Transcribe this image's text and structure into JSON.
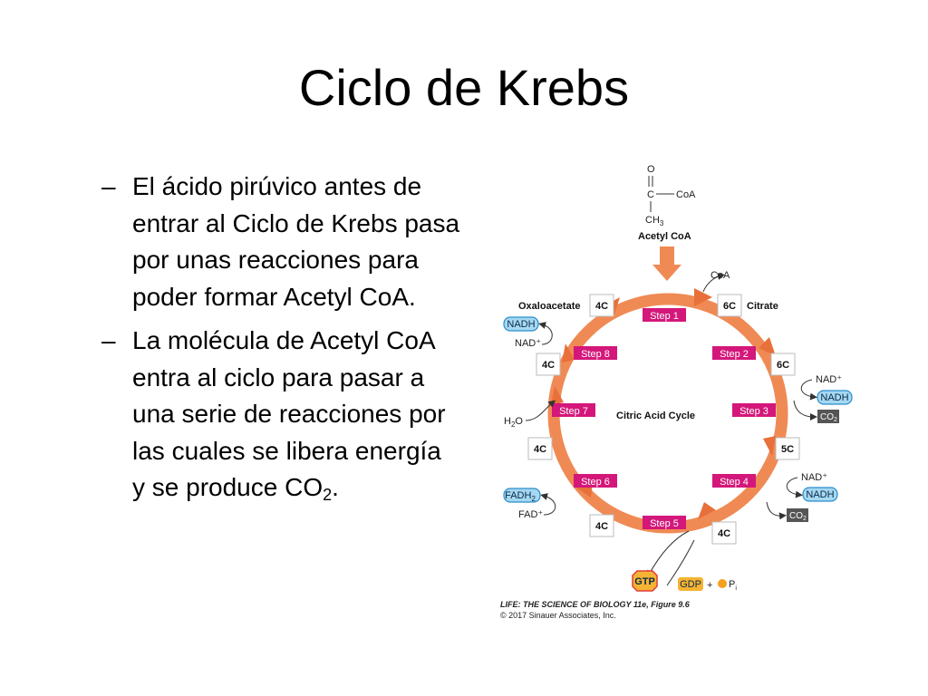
{
  "title": "Ciclo de Krebs",
  "bullets": [
    {
      "dash": "–",
      "text": "El ácido pirúvico antes de entrar al Ciclo de Krebs pasa por unas reacciones para poder formar Acetyl CoA.",
      "sub": ""
    },
    {
      "dash": "–",
      "text": "La molécula de Acetyl CoA entra al ciclo  para pasar a una serie de reacciones por las cuales se libera energía y se produce CO",
      "sub": "2",
      "tail": "."
    }
  ],
  "diagram": {
    "molecule": {
      "o": "O",
      "c": "C",
      "coa": "CoA",
      "ch": "CH",
      "ch_sub": "3",
      "name": "Acetyl CoA"
    },
    "center_label": "Citric Acid Cycle",
    "coa_out": "CoA",
    "compounds": {
      "oxaloacetate": "Oxaloacetate",
      "citrate": "Citrate"
    },
    "carbon_boxes": [
      "4C",
      "6C",
      "6C",
      "5C",
      "4C",
      "4C",
      "4C",
      "4C"
    ],
    "steps": [
      "Step 1",
      "Step 2",
      "Step 3",
      "Step 4",
      "Step 5",
      "Step 6",
      "Step 7",
      "Step 8"
    ],
    "nad_plus": "NAD⁺",
    "nadh": "NADH",
    "fad_plus": "FAD⁺",
    "fadh": "FADH",
    "fadh_sub": "2",
    "co2": "CO",
    "co2_sub": "2",
    "h2o": "H",
    "h2o_sub": "2",
    "h2o_tail": "O",
    "gtp": "GTP",
    "gdp": "GDP",
    "plus": "+",
    "pi": "P",
    "pi_sub": "i",
    "caption_line1": "LIFE: THE SCIENCE OF BIOLOGY 11e, Figure 9.6",
    "caption_line2": "© 2017 Sinauer Associates, Inc."
  },
  "colors": {
    "arrow": "#f08a55",
    "arrow_dark": "#e8703a",
    "step": "#d4177a",
    "nadh_fill": "#a6d8f2",
    "nadh_stroke": "#2b8ecb",
    "co2_fill": "#555555",
    "gtp_fill": "#f5b333",
    "gtp_stroke": "#e33b3b",
    "gdp_fill": "#f5b333"
  }
}
